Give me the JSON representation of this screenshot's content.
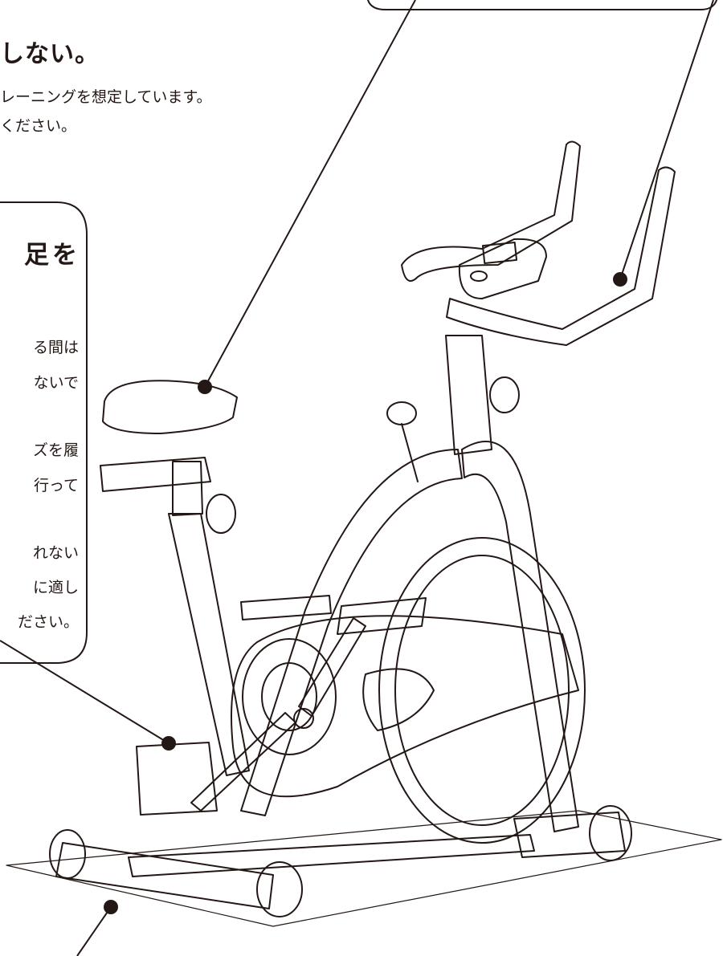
{
  "warning": {
    "title": "しない。",
    "line1": "レーニングを想定しています。",
    "line2": "ください。"
  },
  "caution_box": {
    "title": "足を",
    "lines": [
      "る間は",
      "ないで",
      "ズを履",
      "行って",
      "れない",
      "に適し",
      "ださい。"
    ]
  },
  "colors": {
    "ink": "#231815",
    "background": "#ffffff"
  },
  "icons": [
    "exercise-bike-illustration",
    "callout-dot"
  ]
}
